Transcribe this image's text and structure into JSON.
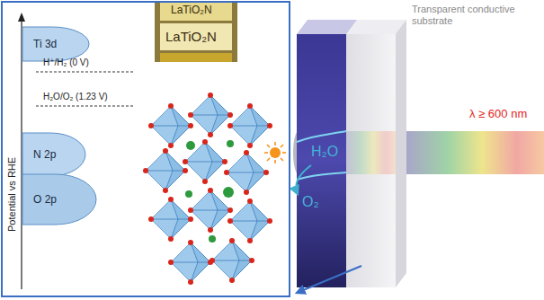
{
  "diagram": {
    "nodes": [
      {
        "text": [
          "Ti 3d"
        ]
      },
      {
        "text": [
          "N 2p"
        ]
      },
      {
        "text": [
          "O 2p"
        ]
      }
    ],
    "labels": [
      "Potential vs RHE",
      "H⁺/H₂ (0 V)",
      "H₂O/O₂ (1.23 V)",
      "LaTiO₂N",
      "LaTiO₂N",
      "H₂O",
      "O₂",
      "Transparent conductive substrate",
      "λ ≥ 600 nm"
    ]
  }
}
